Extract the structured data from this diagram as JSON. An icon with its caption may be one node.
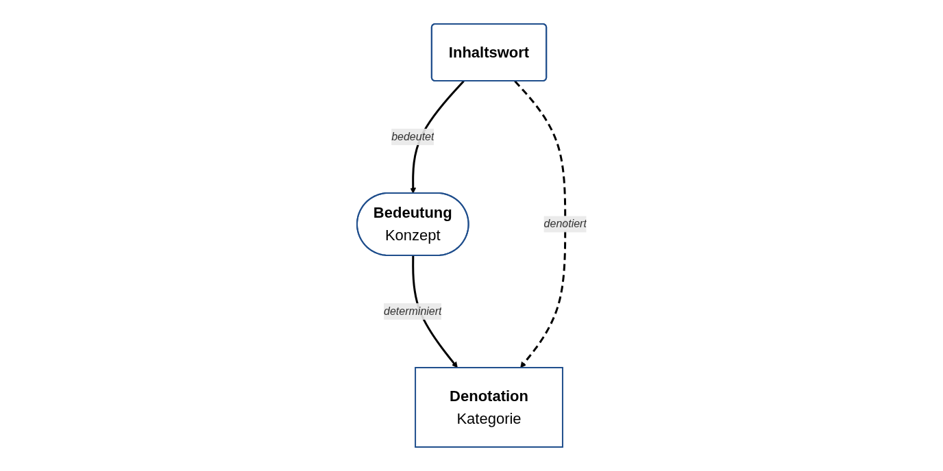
{
  "diagram": {
    "nodes": [
      {
        "text": [
          "Inhaltswort"
        ]
      },
      {
        "text": [
          "Bedeutung",
          "Konzept"
        ]
      },
      {
        "text": [
          "Denotation",
          "Kategorie"
        ]
      }
    ],
    "edges": [
      {
        "from": 0,
        "to": 1,
        "arrow": "to",
        "label": "bedeutet"
      },
      {
        "from": 1,
        "to": 2,
        "arrow": "to",
        "label": "determiniert"
      },
      {
        "from": 0,
        "to": 2,
        "arrow": "to",
        "label": "denotiert",
        "style": "dashed"
      }
    ]
  }
}
